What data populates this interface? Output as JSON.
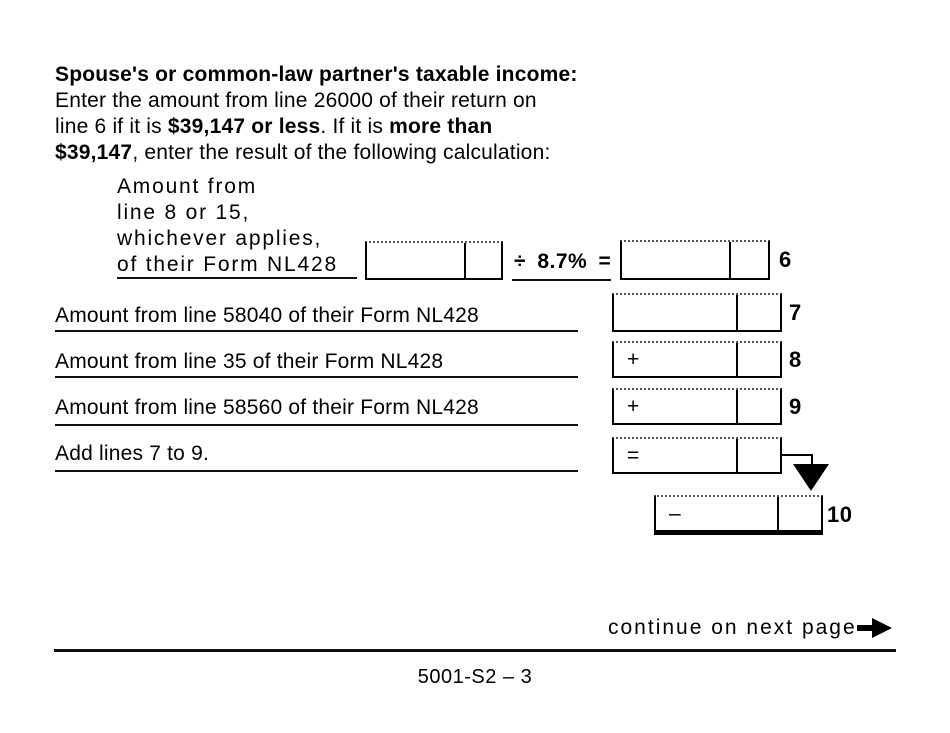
{
  "header": {
    "title": "Spouse's or common-law partner's taxable income:",
    "line2": "Enter the amount from line 26000 of their return on",
    "line3a": "line 6 if it is ",
    "line3b": "$39,147 or less",
    "line3c": ". If it is ",
    "line3d": "more than",
    "line4a": "$39,147",
    "line4b": ", enter the result of the following calculation:"
  },
  "calc6": {
    "label_lines": [
      "Amount from",
      "line 8 or 15,",
      "whichever applies,",
      "of their Form NL428"
    ],
    "operator": "÷ 8.7% =",
    "line_no": "6"
  },
  "rows": [
    {
      "label": "Amount from line 58040 of their Form NL428",
      "op": "",
      "no": "7"
    },
    {
      "label": "Amount from line 35 of their Form NL428",
      "op": "+",
      "no": "8"
    },
    {
      "label": "Amount from line 58560 of their Form NL428",
      "op": "+",
      "no": "9"
    },
    {
      "label": "Add lines 7 to 9.",
      "op": "=",
      "no": ""
    }
  ],
  "row10": {
    "op": "–",
    "no": "10"
  },
  "icons": {
    "flow_arrow": "arrow-down-icon",
    "continue_arrow": "arrow-right-icon"
  },
  "colors": {
    "ink": "#000000",
    "paper": "#ffffff"
  },
  "footer": {
    "continue_text": "continue on next page",
    "page_code": "5001-S2 – 3"
  }
}
